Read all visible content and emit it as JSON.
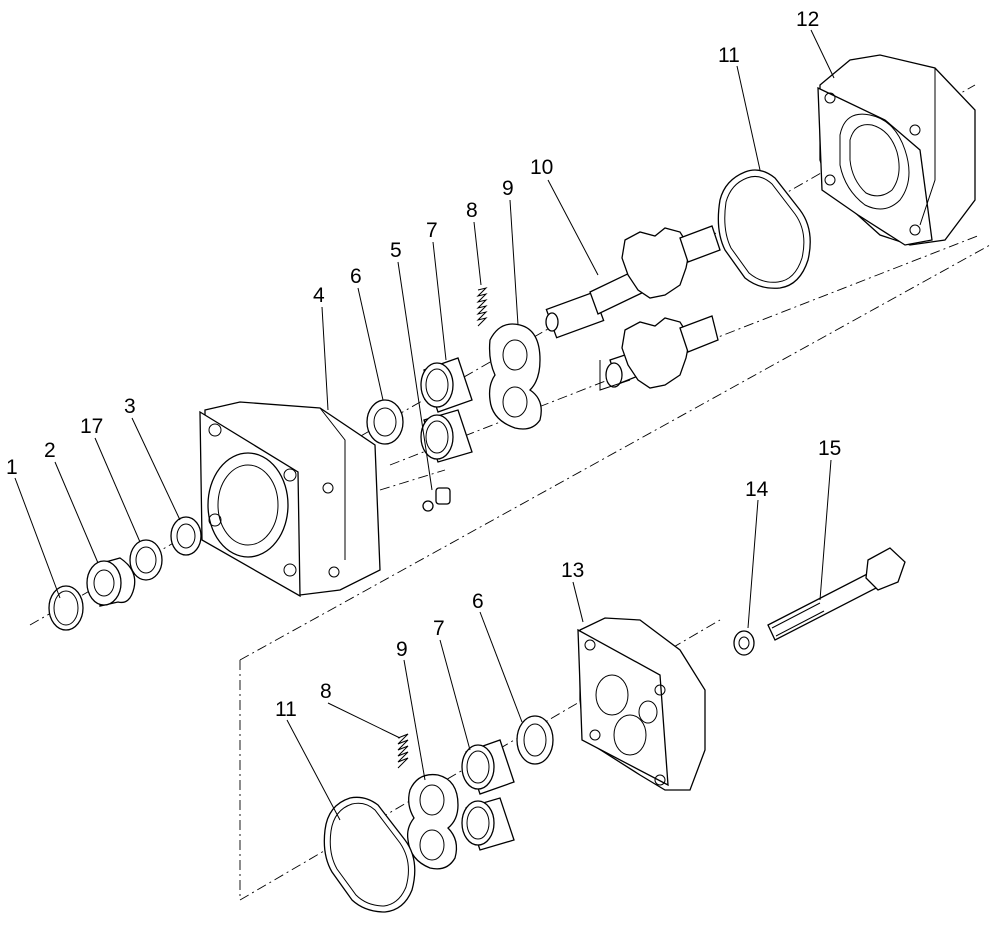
{
  "diagram": {
    "callouts": [
      {
        "id": "c1",
        "label": "1"
      },
      {
        "id": "c2",
        "label": "2"
      },
      {
        "id": "c17",
        "label": "17"
      },
      {
        "id": "c3",
        "label": "3"
      },
      {
        "id": "c4",
        "label": "4"
      },
      {
        "id": "c6a",
        "label": "6"
      },
      {
        "id": "c5",
        "label": "5"
      },
      {
        "id": "c7a",
        "label": "7"
      },
      {
        "id": "c8a",
        "label": "8"
      },
      {
        "id": "c9a",
        "label": "9"
      },
      {
        "id": "c10",
        "label": "10"
      },
      {
        "id": "c11a",
        "label": "11"
      },
      {
        "id": "c12",
        "label": "12"
      },
      {
        "id": "c15",
        "label": "15"
      },
      {
        "id": "c14",
        "label": "14"
      },
      {
        "id": "c13",
        "label": "13"
      },
      {
        "id": "c6b",
        "label": "6"
      },
      {
        "id": "c9b",
        "label": "9"
      },
      {
        "id": "c7b",
        "label": "7"
      },
      {
        "id": "c8b",
        "label": "8"
      },
      {
        "id": "c11b",
        "label": "11"
      }
    ]
  }
}
